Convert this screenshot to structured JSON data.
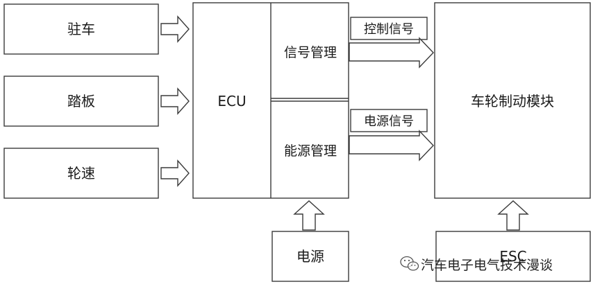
{
  "inputs": {
    "parking": "驻车",
    "pedal": "踏板",
    "wheel_speed": "轮速"
  },
  "ecu": {
    "label": "ECU",
    "signal_mgmt": "信号管理",
    "energy_mgmt": "能源管理"
  },
  "signals": {
    "control": "控制信号",
    "power": "电源信号"
  },
  "power_supply": "电源",
  "brake_module": "车轮制动模块",
  "esc": "ESC",
  "watermark": {
    "text": "汽车电子电气技术漫谈",
    "icon": "wechat-icon"
  },
  "colors": {
    "stroke": "#3a3a3a",
    "fill": "#ffffff",
    "text": "#1a1a1a"
  }
}
